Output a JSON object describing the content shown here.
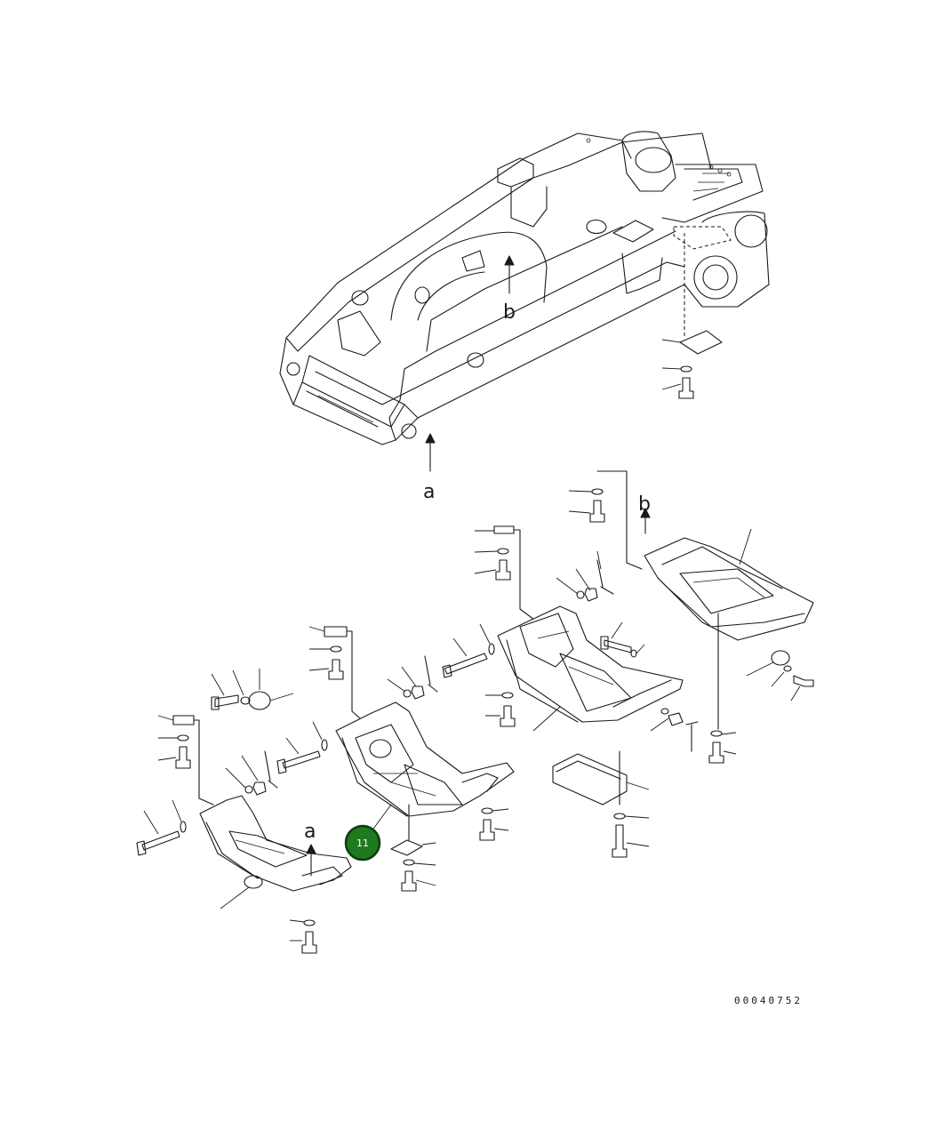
{
  "drawing_number": "00040752",
  "view_labels": {
    "a_top": "a",
    "b_top": "b",
    "a_bottom": "a",
    "b_bottom": "b"
  },
  "callout": {
    "number": "11",
    "color": "#1f7a1f"
  },
  "colors": {
    "line": "#1a1a1a",
    "background": "#ffffff"
  }
}
